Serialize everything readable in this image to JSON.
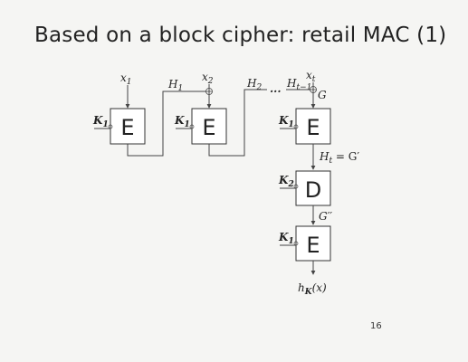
{
  "slide": {
    "title": "Based on a block cipher: retail MAC (1)",
    "page_number": "16"
  },
  "diagram": {
    "inputs": [
      "x",
      "x",
      "x"
    ],
    "input_subscripts": [
      "1",
      "2",
      "t"
    ],
    "chain_labels": [
      {
        "main": "H",
        "sub": "1"
      },
      {
        "main": "H",
        "sub": "2"
      },
      {
        "main": "H",
        "sub": "t−1"
      }
    ],
    "ellipsis": "...",
    "g_label": "G",
    "ht_label": {
      "main": "H",
      "sub": "t",
      "rest": " = G′"
    },
    "gpp_label": "G′′",
    "output_label": {
      "main": "h",
      "sub": "K",
      "rest": "(x)"
    },
    "blocks": [
      {
        "letter": "E",
        "key": "K",
        "key_sub": "1"
      },
      {
        "letter": "E",
        "key": "K",
        "key_sub": "1"
      },
      {
        "letter": "E",
        "key": "K",
        "key_sub": "1"
      },
      {
        "letter": "D",
        "key": "K",
        "key_sub": "2"
      },
      {
        "letter": "E",
        "key": "K",
        "key_sub": "1"
      }
    ]
  }
}
